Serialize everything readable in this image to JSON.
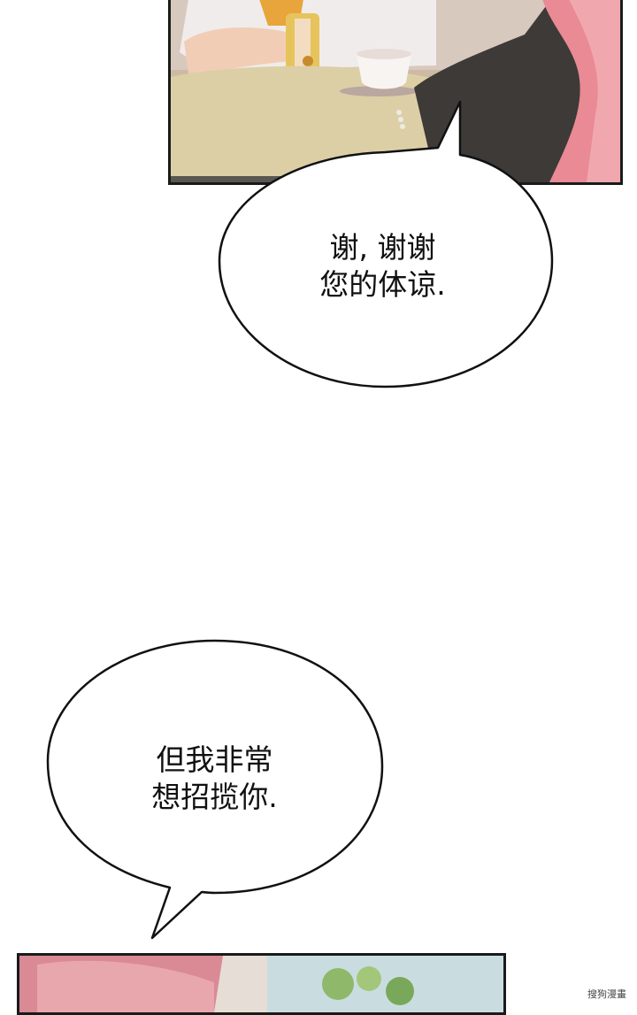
{
  "bubbles": {
    "first": {
      "line1": "谢, 谢谢",
      "line2": "您的体谅."
    },
    "second": {
      "line1": "但我非常",
      "line2": "想招揽你."
    }
  },
  "watermark": "搜狗漫畫",
  "colors": {
    "border": "#1a1a1a",
    "hair": "#e98a94",
    "table": "#dccfa6",
    "dress": "#3d3a38",
    "sleeve": "#f1ecec"
  }
}
